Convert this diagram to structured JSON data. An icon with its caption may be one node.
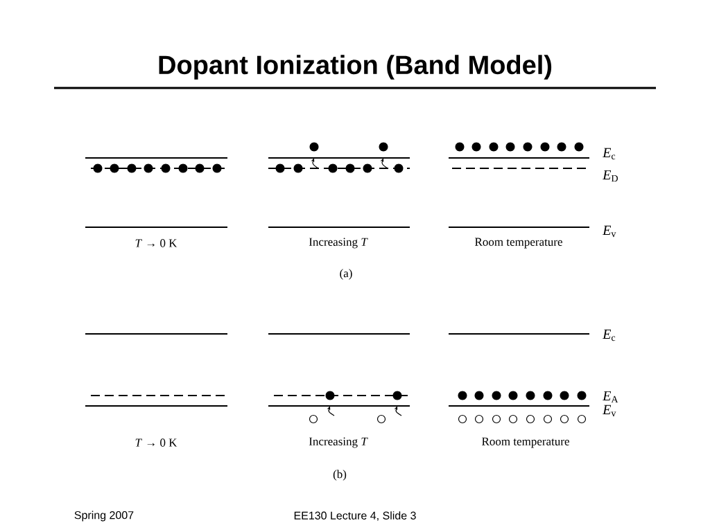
{
  "diagram": {
    "title": "Dopant Ionization (Band Model)",
    "labels": [
      "*E*$_{c}$",
      "*E*$_{D}$",
      "*E*$_{v}$",
      "*T* → 0 K",
      "Increasing *T*",
      "Room temperature",
      "(a)",
      "*E*$_{c}$",
      "*E*$_{A}$",
      "*E*$_{v}$",
      "*T* → 0 K",
      "Increasing *T*",
      "Room temperature",
      "(b)",
      "Spring 2007",
      "EE130 Lecture 4, Slide 3"
    ]
  }
}
